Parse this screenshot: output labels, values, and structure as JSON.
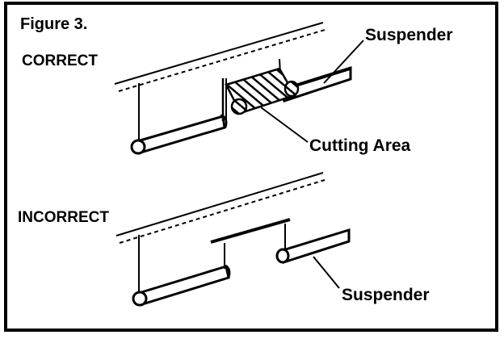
{
  "figure": {
    "title": "Figure 3.",
    "correct_label": "CORRECT",
    "incorrect_label": "INCORRECT",
    "suspender_label_top": "Suspender",
    "cutting_area_label": "Cutting Area",
    "suspender_label_bottom": "Suspender"
  },
  "colors": {
    "ink": "#000000",
    "background": "#ffffff"
  }
}
